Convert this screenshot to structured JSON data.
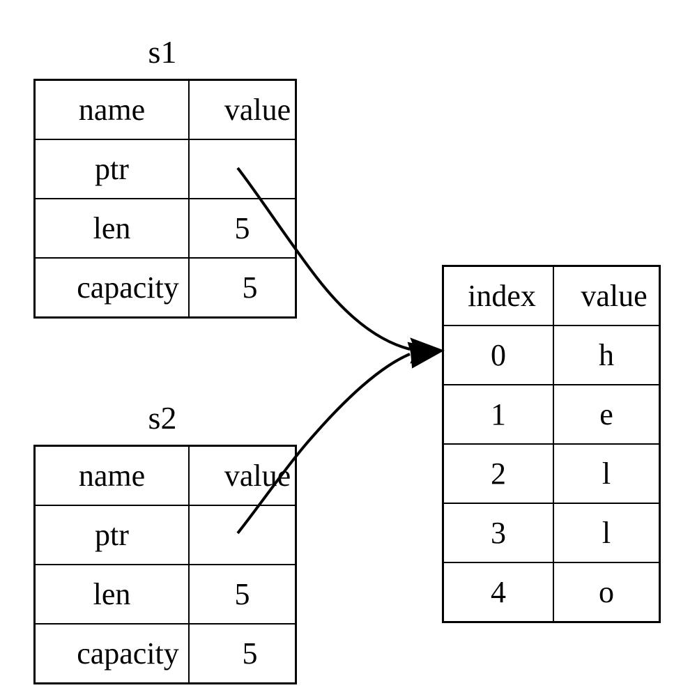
{
  "diagram": {
    "title": "String slices sharing one character buffer",
    "background_color": "#ffffff",
    "line_color": "#000000"
  },
  "structs": [
    {
      "title": "s1",
      "headers": {
        "name": "name",
        "value": "value"
      },
      "rows": [
        {
          "name": "ptr",
          "value": ""
        },
        {
          "name": "len",
          "value": "5"
        },
        {
          "name": "capacity",
          "value": "5"
        }
      ]
    },
    {
      "title": "s2",
      "headers": {
        "name": "name",
        "value": "value"
      },
      "rows": [
        {
          "name": "ptr",
          "value": ""
        },
        {
          "name": "len",
          "value": "5"
        },
        {
          "name": "capacity",
          "value": "5"
        }
      ]
    }
  ],
  "buffer": {
    "headers": {
      "index": "index",
      "value": "value"
    },
    "rows": [
      {
        "index": "0",
        "value": "h"
      },
      {
        "index": "1",
        "value": "e"
      },
      {
        "index": "2",
        "value": "l"
      },
      {
        "index": "3",
        "value": "l"
      },
      {
        "index": "4",
        "value": "o"
      }
    ]
  },
  "edges": [
    {
      "from": "s1.ptr",
      "to": "buffer.row0",
      "arrow": "arrowhead-triangle"
    },
    {
      "from": "s2.ptr",
      "to": "buffer.row0",
      "arrow": "arrowhead-triangle"
    }
  ]
}
